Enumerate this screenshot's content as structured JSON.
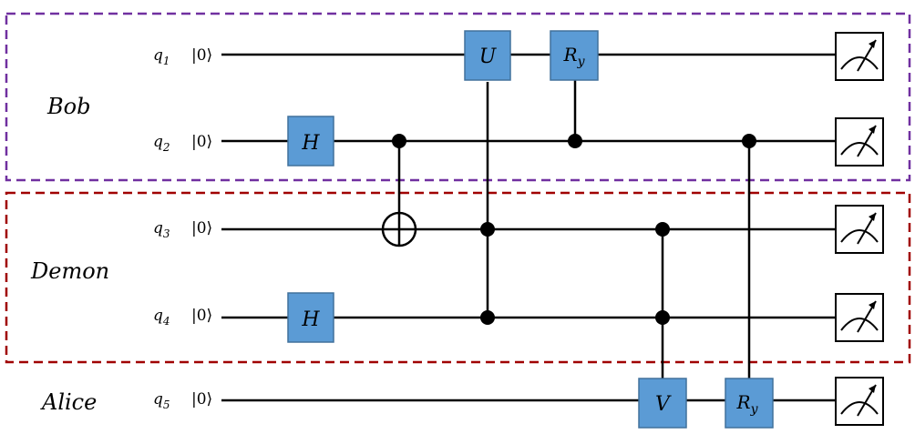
{
  "groups": [
    {
      "label": "Bob",
      "color": "#7030a0"
    },
    {
      "label": "Demon",
      "color": "#a00000"
    },
    {
      "label": "Alice",
      "color": "none"
    }
  ],
  "qubits": [
    {
      "name": "q",
      "sub": "1",
      "init": "|0⟩"
    },
    {
      "name": "q",
      "sub": "2",
      "init": "|0⟩"
    },
    {
      "name": "q",
      "sub": "3",
      "init": "|0⟩"
    },
    {
      "name": "q",
      "sub": "4",
      "init": "|0⟩"
    },
    {
      "name": "q",
      "sub": "5",
      "init": "|0⟩"
    }
  ],
  "gates": {
    "h2": "H",
    "h4": "H",
    "u": "U",
    "ry_top": "R",
    "ry_top_sub": "y",
    "v": "V",
    "ry_bottom": "R",
    "ry_bottom_sub": "y"
  },
  "colors": {
    "gate_fill": "#5b9bd5",
    "gate_stroke": "#41719c",
    "bob_border": "#7030a0",
    "demon_border": "#a00000"
  },
  "icons": {
    "measure": "meter-icon",
    "target": "cnot-target-icon",
    "control": "control-dot-icon"
  }
}
